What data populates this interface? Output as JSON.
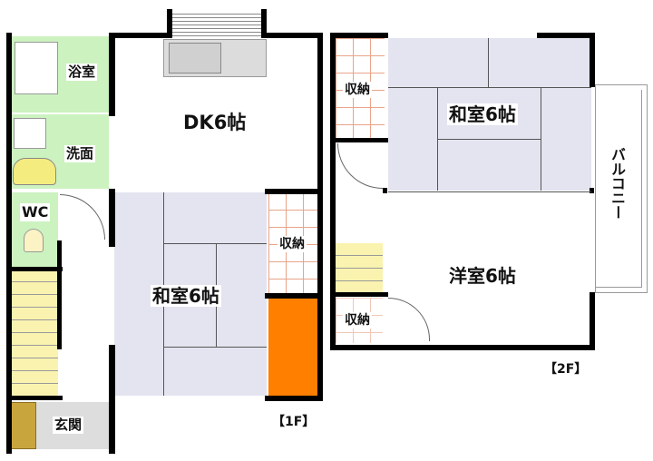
{
  "floor1": {
    "label": "【1F】",
    "rooms": {
      "bathroom": "浴室",
      "washroom": "洗面",
      "dk": "DK6帖",
      "wc": "WC",
      "washitsu": "和室6帖",
      "storage": "収納",
      "entrance": "玄関"
    }
  },
  "floor2": {
    "label": "【2F】",
    "rooms": {
      "storage_top": "収納",
      "washitsu": "和室6帖",
      "youshitsu": "洋室6帖",
      "storage_bottom": "収納",
      "balcony": "バルコニー"
    }
  },
  "colors": {
    "wet_area": "#ccf2c0",
    "tatami": "#e4e4f0",
    "stairs": "#faf3b0",
    "closet_accent": "#ff7f00",
    "shoe_box": "#c9a53d",
    "entrance_floor": "#dddddd",
    "wall": "#000000"
  }
}
